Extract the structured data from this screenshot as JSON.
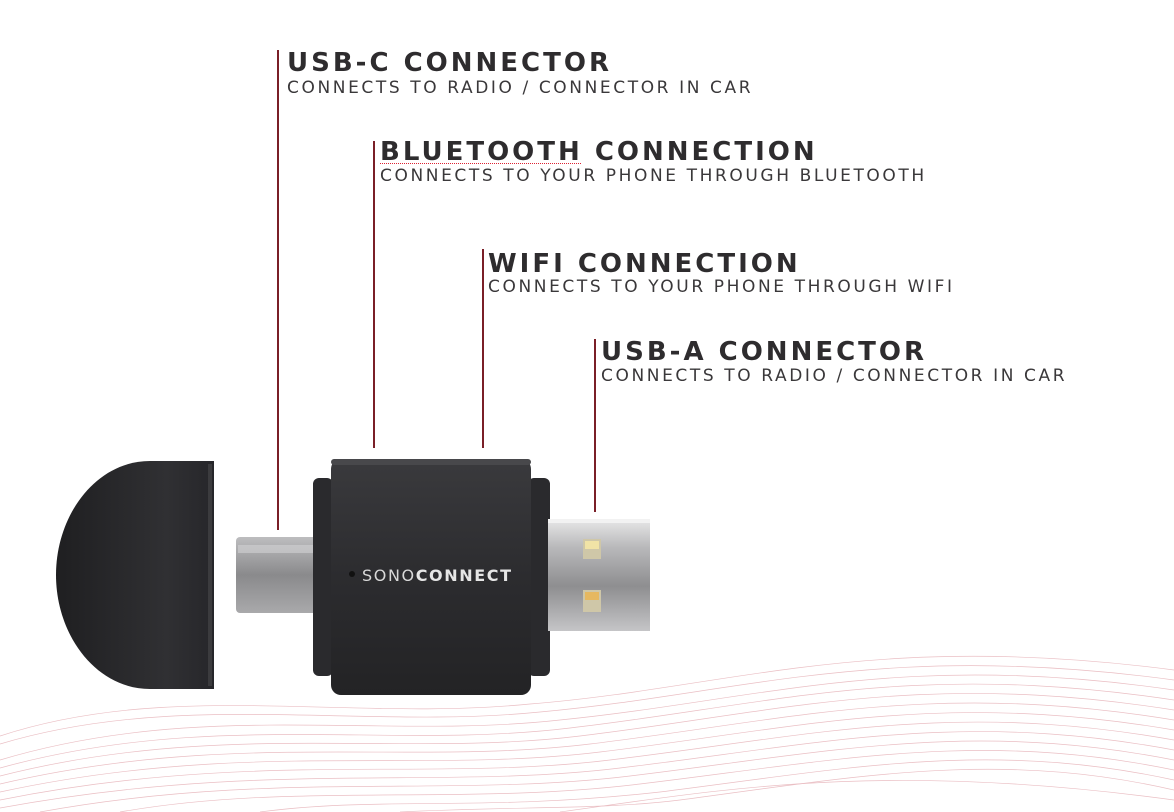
{
  "callouts": [
    {
      "title": "USB-C CONNECTOR",
      "subtitle": "CONNECTS TO RADIO / CONNECTOR IN CAR"
    },
    {
      "title_word1": "BLUETOOTH",
      "title_word2": "CONNECTION",
      "subtitle": "CONNECTS TO YOUR PHONE THROUGH BLUETOOTH"
    },
    {
      "title": "WIFI CONNECTION",
      "subtitle": "CONNECTS TO YOUR PHONE THROUGH WIFI"
    },
    {
      "title": "USB-A CONNECTOR",
      "subtitle": "CONNECTS TO RADIO / CONNECTOR IN CAR"
    }
  ],
  "device": {
    "brand_light": "SONO",
    "brand_bold": "CONNECT"
  },
  "colors": {
    "accent_line": "#7a1f27",
    "text_dark": "#2e2c2e",
    "body_dark": "#2b2b2d",
    "wave": "#d98a93"
  }
}
